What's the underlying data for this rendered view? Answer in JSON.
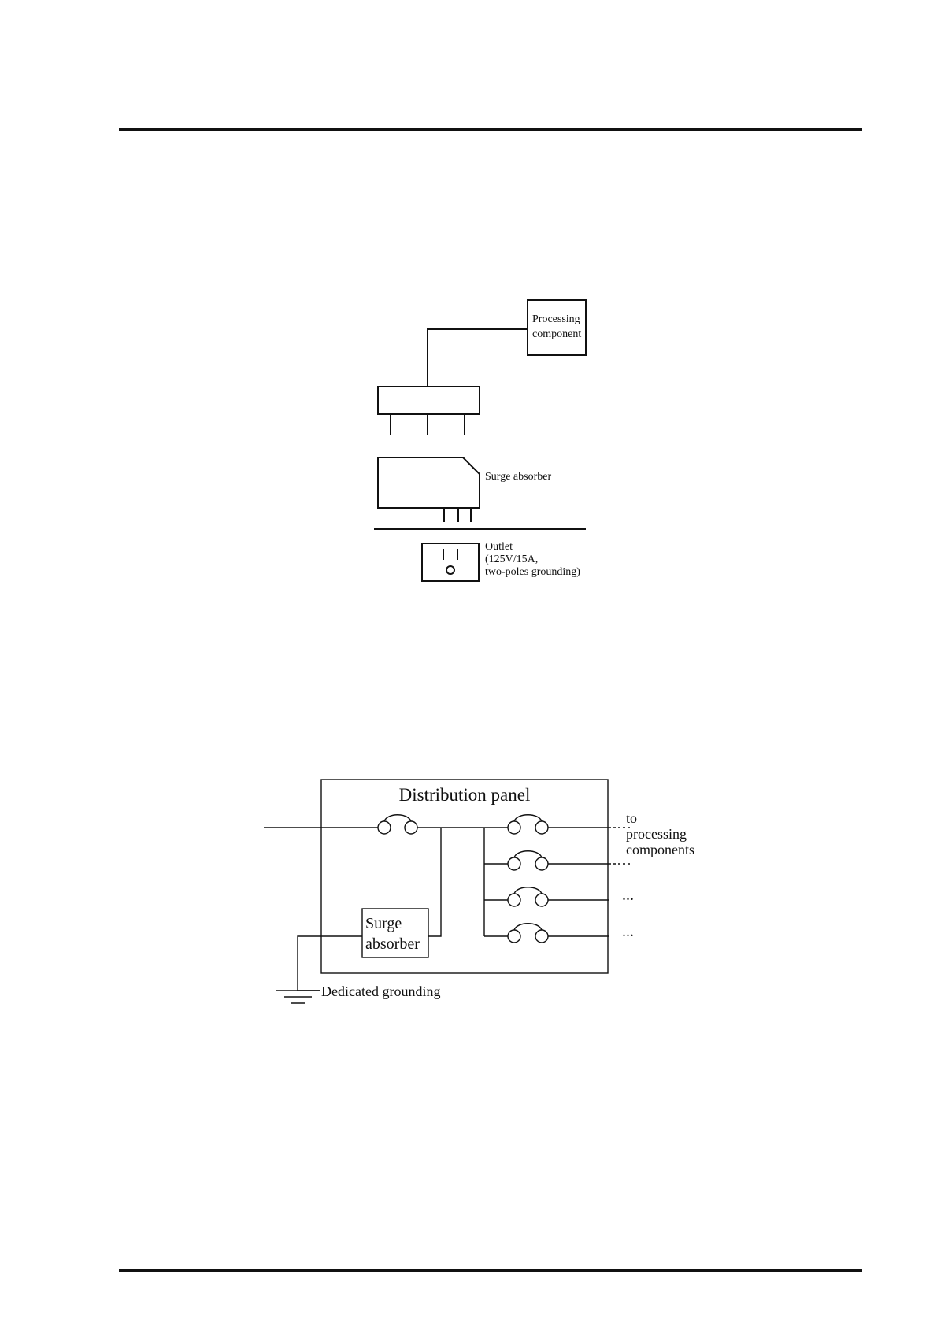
{
  "figure1": {
    "processing_component": [
      "Processing",
      "component"
    ],
    "surge_absorber": "Surge absorber",
    "outlet": [
      "Outlet",
      "(125V/15A,",
      "two-poles grounding)"
    ]
  },
  "figure2": {
    "panel_title": "Distribution panel",
    "surge_absorber": [
      "Surge",
      "absorber"
    ],
    "to_processing": [
      "to",
      "processing",
      "components"
    ],
    "dots": [
      "...",
      "..."
    ],
    "dedicated_grounding": "Dedicated grounding"
  }
}
